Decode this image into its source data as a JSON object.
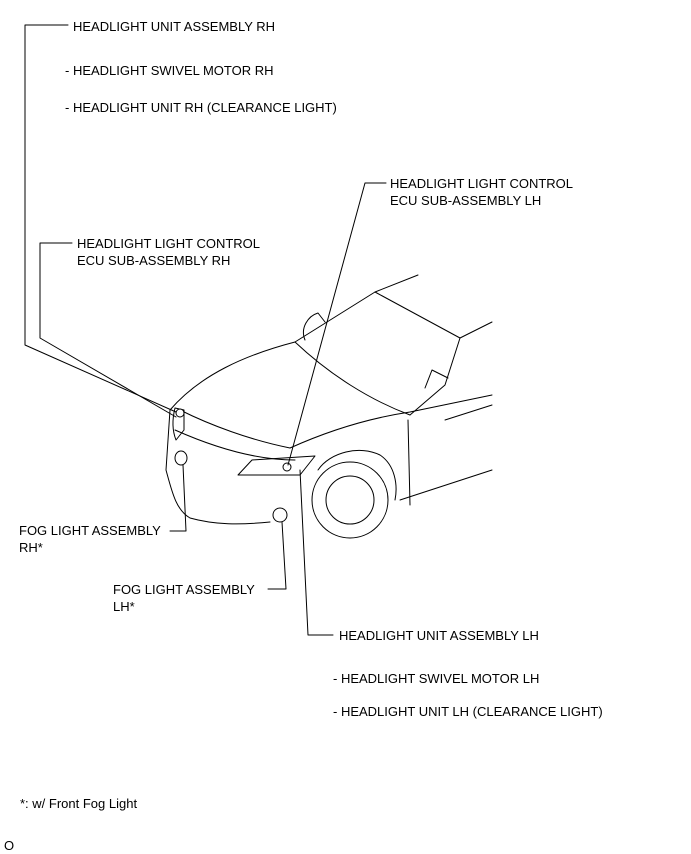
{
  "labels": {
    "headlight_unit_rh": {
      "title": "HEADLIGHT UNIT ASSEMBLY RH",
      "sub1": "- HEADLIGHT SWIVEL MOTOR RH",
      "sub2": "- HEADLIGHT UNIT RH (CLEARANCE LIGHT)"
    },
    "headlight_ecu_lh": {
      "line1": "HEADLIGHT LIGHT CONTROL",
      "line2": "ECU SUB-ASSEMBLY LH"
    },
    "headlight_ecu_rh": {
      "line1": "HEADLIGHT LIGHT CONTROL",
      "line2": "ECU SUB-ASSEMBLY RH"
    },
    "fog_light_rh": {
      "line1": "FOG LIGHT ASSEMBLY",
      "line2": "RH*"
    },
    "fog_light_lh": {
      "line1": "FOG LIGHT ASSEMBLY",
      "line2": "LH*"
    },
    "headlight_unit_lh": {
      "title": "HEADLIGHT UNIT ASSEMBLY LH",
      "sub1": "- HEADLIGHT SWIVEL MOTOR LH",
      "sub2": "- HEADLIGHT UNIT LH (CLEARANCE LIGHT)"
    }
  },
  "footnote": "*: w/ Front Fog Light",
  "corner_mark": "O"
}
